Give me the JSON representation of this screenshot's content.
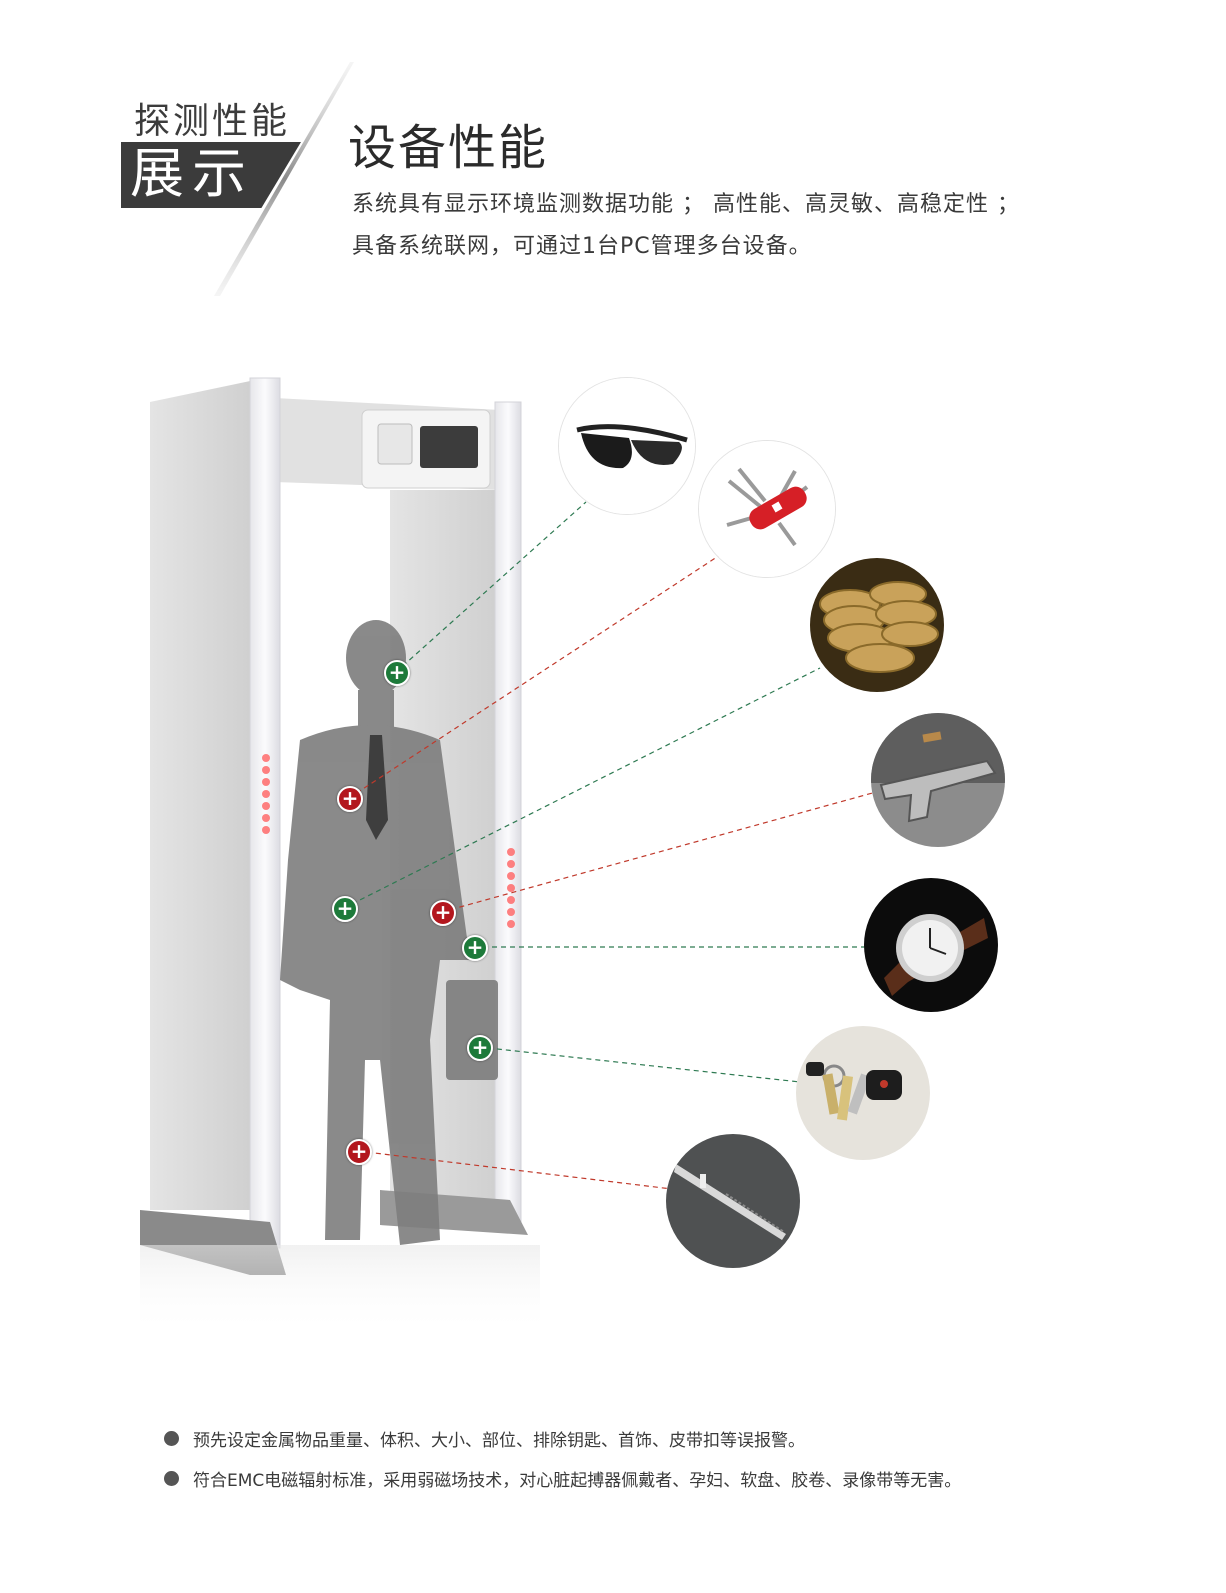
{
  "header": {
    "badge_top": "探测性能",
    "badge_bottom": "展示",
    "title": "设备性能",
    "desc_line1": "系统具有显示环境监测数据功能 ； 高性能、高灵敏、高稳定性 ；",
    "desc_line2": "具备系统联网，可通过1台PC管理多台设备。"
  },
  "detected_items": [
    {
      "icon": "sunglasses-icon",
      "marker_color": "green"
    },
    {
      "icon": "swiss-army-knife-icon",
      "marker_color": "red"
    },
    {
      "icon": "coins-icon",
      "marker_color": "green"
    },
    {
      "icon": "pistol-icon",
      "marker_color": "red"
    },
    {
      "icon": "wristwatch-icon",
      "marker_color": "green"
    },
    {
      "icon": "car-keys-icon",
      "marker_color": "green"
    },
    {
      "icon": "knife-blade-icon",
      "marker_color": "red"
    }
  ],
  "colors": {
    "marker_green": "#1d7a3a",
    "marker_red": "#b3171e",
    "line_green": "#2e7a52",
    "line_red": "#c0392b"
  },
  "bullets": [
    "预先设定金属物品重量、体积、大小、部位、排除钥匙、首饰、皮带扣等误报警。",
    "符合EMC电磁辐射标准，采用弱磁场技术，对心脏起搏器佩戴者、孕妇、软盘、胶卷、录像带等无害。"
  ]
}
